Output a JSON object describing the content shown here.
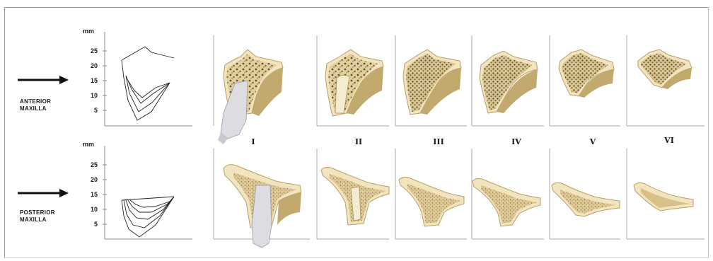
{
  "rows": [
    {
      "key": "anterior",
      "label_line1": "ANTERIOR",
      "label_line2": "MAXILLA",
      "unit": "mm",
      "ticks": [
        "25",
        "20",
        "15",
        "10",
        "5"
      ]
    },
    {
      "key": "posterior",
      "label_line1": "POSTERIOR",
      "label_line2": "MAXILLA",
      "unit": "mm",
      "ticks": [
        "25",
        "20",
        "15",
        "10",
        "5"
      ]
    }
  ],
  "classes": [
    "I",
    "II",
    "III",
    "IV",
    "V",
    "VI"
  ],
  "colors": {
    "bone": "#e6d3a0",
    "cortex": "#f3e7c4",
    "shadow": "#b9a36e",
    "tooth": "#d9d9de",
    "ink": "#1a1a1a"
  }
}
